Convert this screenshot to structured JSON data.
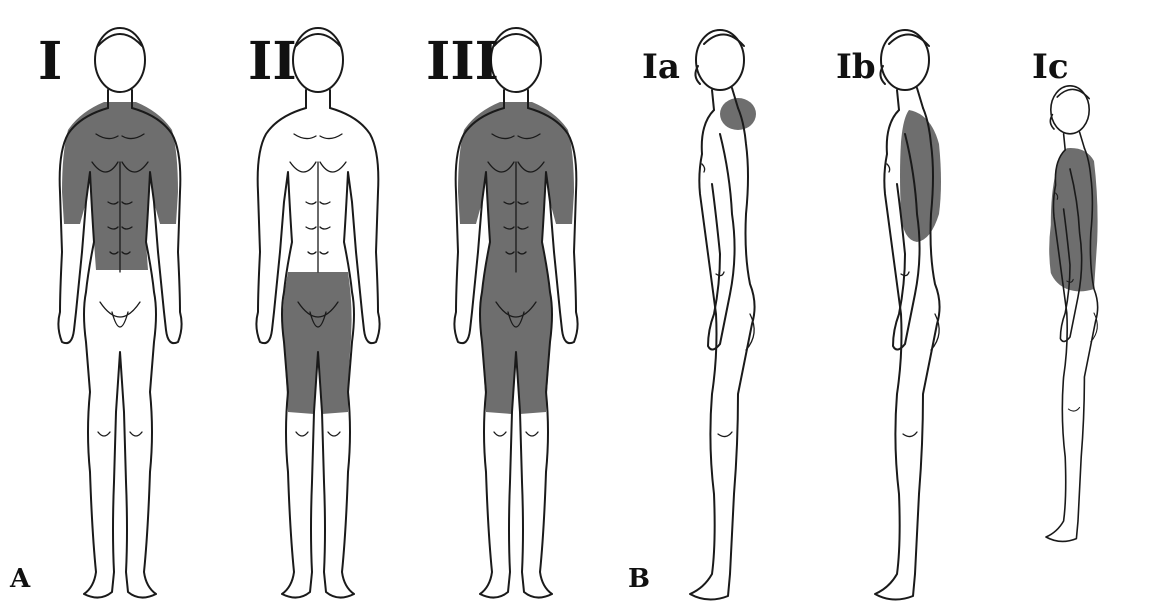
{
  "panels": {
    "a_label": "A",
    "b_label": "B"
  },
  "front_figures": [
    {
      "label": "I",
      "shaded_region": "neck-trunk-upper-arms"
    },
    {
      "label": "II",
      "shaded_region": "pelvis-thighs"
    },
    {
      "label": "III",
      "shaded_region": "trunk-arms-thighs"
    }
  ],
  "side_figures": [
    {
      "label": "Ia",
      "shaded_region": "upper-back-neck"
    },
    {
      "label": "Ib",
      "shaded_region": "upper-back"
    },
    {
      "label": "Ic",
      "shaded_region": "whole-back"
    }
  ],
  "colors": {
    "shade": "#6e6e6e",
    "outline": "#1a1a1a",
    "background": "#ffffff"
  }
}
